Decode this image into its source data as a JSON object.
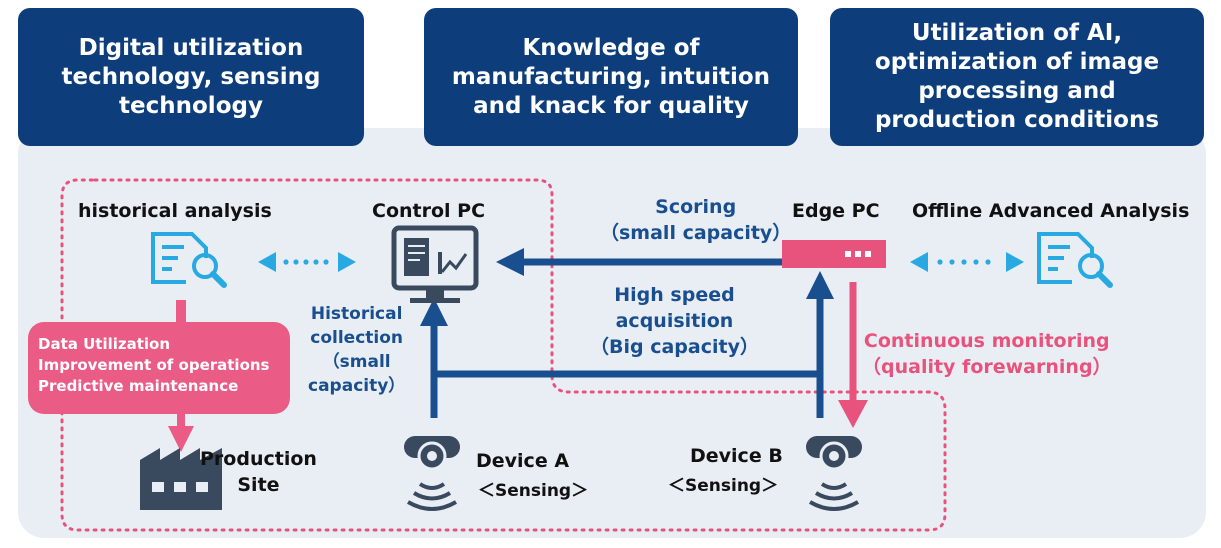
{
  "headers": [
    "Digital utilization technology, sensing technology",
    "Knowledge of manufacturing, intuition and knack for quality",
    "Utilization of AI, optimization of image processing and production conditions"
  ],
  "nodes": {
    "historical_analysis": "historical analysis",
    "control_pc": "Control PC",
    "edge_pc": "Edge PC",
    "offline_analysis": "Offline Advanced Analysis",
    "production_site": [
      "Production",
      "Site"
    ],
    "device_a": "Device A",
    "device_a_sub": "＜Sensing＞",
    "device_b": "Device B",
    "device_b_sub": "＜Sensing＞"
  },
  "flows": {
    "scoring": [
      "Scoring",
      "（small capacity）"
    ],
    "high_speed": [
      "High speed",
      "acquisition",
      "（Big capacity）"
    ],
    "historical_collection": [
      "Historical",
      "collection",
      "（small",
      "capacity）"
    ],
    "continuous": [
      "Continuous monitoring",
      "（quality forewarning）"
    ]
  },
  "callout": [
    "Data Utilization",
    "Improvement of operations",
    "Predictive maintenance"
  ],
  "colors": {
    "navy": "#0d3d7a",
    "arrow_blue": "#1a4f8f",
    "pink": "#e8537e",
    "cyan": "#29a9e1",
    "panel": "#e9eef4",
    "factory": "#3a4a5e"
  }
}
